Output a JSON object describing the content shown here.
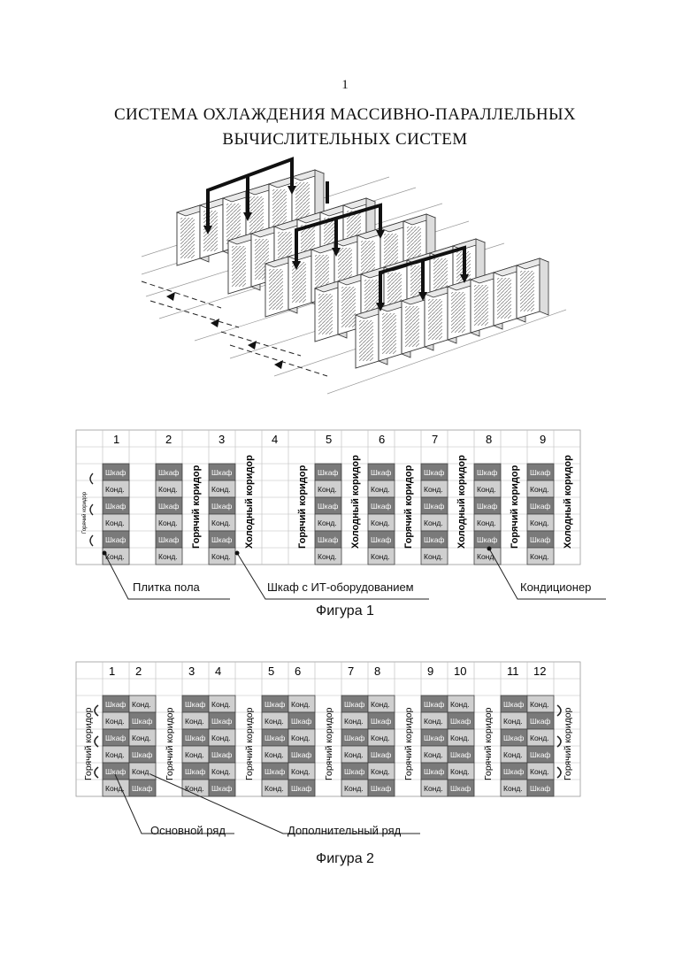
{
  "page_number": "1",
  "title_line1": "СИСТЕМА ОХЛАЖДЕНИЯ МАССИВНО-ПАРАЛЛЕЛЬНЫХ",
  "title_line2": "ВЫЧИСЛИТЕЛЬНЫХ СИСТЕМ",
  "figure1": {
    "columns": [
      "1",
      "2",
      "3",
      "4",
      "5",
      "6",
      "7",
      "8",
      "9"
    ],
    "cabinet_label": "Шкаф",
    "conditioner_label": "Конд.",
    "hot_corridor": "Горячий коридор",
    "cold_corridor": "Холодный коридор",
    "legend_tile": "Плитка пола",
    "legend_cabinet": "Шкаф с ИТ-оборудованием",
    "legend_conditioner": "Кондиционер",
    "caption": "Фигура 1"
  },
  "figure2": {
    "columns": [
      "1",
      "2",
      "3",
      "4",
      "5",
      "6",
      "7",
      "8",
      "9",
      "10",
      "11",
      "12"
    ],
    "cabinet_label": "Шкаф",
    "conditioner_label": "Конд.",
    "hot_corridor": "Горячий коридор",
    "legend_main_row": "Основной ряд",
    "legend_extra_row": "Дополнительный ряд",
    "caption": "Фигура 2"
  }
}
